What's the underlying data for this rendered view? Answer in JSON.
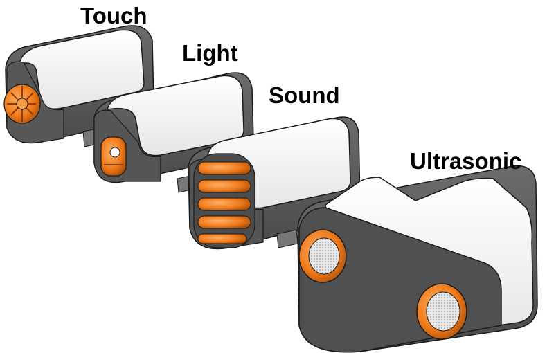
{
  "labels": {
    "touch": "Touch",
    "light": "Light",
    "sound": "Sound",
    "ultrasonic": "Ultrasonic"
  },
  "colors": {
    "background": "#ffffff",
    "casing_dark": "#5c5c5c",
    "casing_darker": "#3f3f3f",
    "casing_light": "#f4f4f4",
    "casing_light_shade": "#d9d9d9",
    "accent_orange": "#f07a1a",
    "accent_orange_dark": "#b3520b",
    "outline": "#1a1a1a"
  },
  "icons": [
    "touch-sensor-icon",
    "light-sensor-icon",
    "sound-sensor-icon",
    "ultrasonic-sensor-icon"
  ]
}
